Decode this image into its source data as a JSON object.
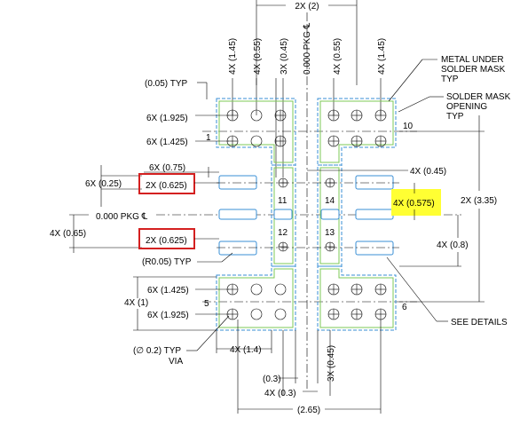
{
  "colors": {
    "solder_mask": "#3a8fd6",
    "metal": "#7dc857",
    "highlight": "#ffff33",
    "callout_box": "#d42020"
  },
  "labels": {
    "top_2x": "2X (2)",
    "pkg_cl_vertical": "0.000 PKG ℄",
    "v_4x145_l": "4X (1.45)",
    "v_4x055_l": "4X (0.55)",
    "v_3x045_t": "3X (0.45)",
    "v_4x055_r": "4X (0.55)",
    "v_4x145_r": "4X (1.45)",
    "typ005": "(0.05) TYP",
    "y1925_top": "6X (1.925)",
    "y1425_top": "6X (1.425)",
    "pin1": "1",
    "pin10": "10",
    "x075": "6X (0.75)",
    "y025": "6X (0.25)",
    "red_0625_a": "2X (0.625)",
    "pin11": "11",
    "pin14": "14",
    "x045_r": "4X (0.45)",
    "y0575": "4X (0.575)",
    "y335": "2X (3.35)",
    "pkg_cl_h": "0.000 PKG ℄",
    "y065": "4X (0.65)",
    "red_0625_b": "2X (0.625)",
    "pin12": "12",
    "pin13": "13",
    "y08": "4X (0.8)",
    "r005": "(R0.05) TYP",
    "y1425_bot": "6X (1.425)",
    "y1": "4X (1)",
    "pin5": "5",
    "y1925_bot": "6X (1.925)",
    "pin6": "6",
    "via": "(∅ 0.2) TYP",
    "via2": "VIA",
    "x14": "4X (1.4)",
    "x03a": "(0.3)",
    "v_3x045_b": "3X (0.45)",
    "x03b": "4X (0.3)",
    "x265": "(2.65)",
    "metal_note_1": "METAL UNDER",
    "metal_note_2": "SOLDER MASK",
    "metal_note_3": "TYP",
    "sm_note_1": "SOLDER MASK",
    "sm_note_2": "OPENING",
    "sm_note_3": "TYP",
    "see_details": "SEE DETAILS"
  }
}
